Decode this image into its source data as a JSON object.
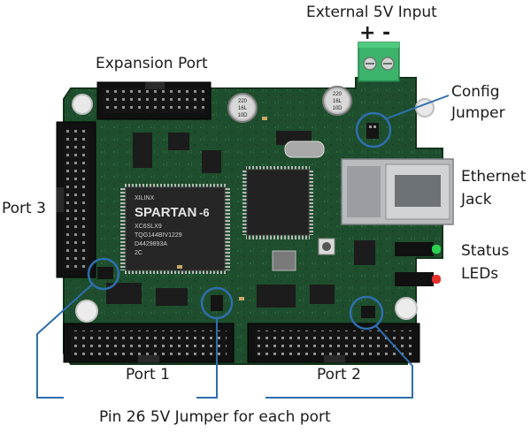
{
  "labels": {
    "external_input": "External 5V Input",
    "plus": "+",
    "minus": "-",
    "expansion_port": "Expansion Port",
    "config_jumper_line1": "Config",
    "config_jumper_line2": "Jumper",
    "port3": "Port 3",
    "ethernet_line1": "Ethernet",
    "ethernet_line2": "Jack",
    "status_line1": "Status",
    "status_line2": "LEDs",
    "port1": "Port 1",
    "port2": "Port 2",
    "pin26_caption": "Pin 26  5V Jumper for each port"
  },
  "chip_text": {
    "fpga_brand": "XILINX",
    "fpga_family": "SPARTAN",
    "fpga_variant": "-6",
    "fpga_part": "XC6SLX9",
    "fpga_line3": "TQG144BIV1229",
    "fpga_line4": "D4429893A",
    "fpga_line5": "2C",
    "cap1_top": "220",
    "cap1_mid": "16L",
    "cap1_bot": "10D",
    "cap2_top": "220",
    "cap2_mid": "16L",
    "cap2_bot": "10D"
  },
  "colors": {
    "pcb": "#1d4d2c",
    "callout_line": "#2f6fad",
    "terminal_block": "#3bb36a",
    "led_green": "#2ed14f",
    "led_red": "#e53030",
    "header_black": "#121212"
  }
}
